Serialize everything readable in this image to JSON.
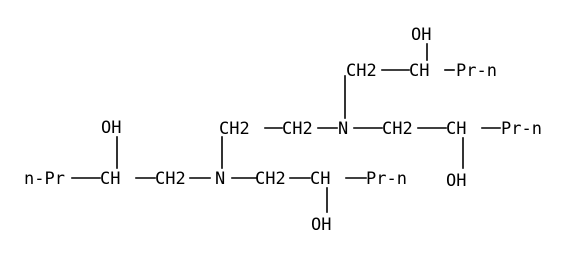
{
  "molecule": {
    "atoms": [
      {
        "id": "oh_top",
        "text": "OH"
      },
      {
        "id": "ch2_top",
        "text": "CH2"
      },
      {
        "id": "ch_top",
        "text": "CH"
      },
      {
        "id": "pr_top",
        "text": "Pr-n"
      },
      {
        "id": "ch2_bridge_right",
        "text": "CH2"
      },
      {
        "id": "ch2_bridge_left",
        "text": "CH2"
      },
      {
        "id": "n_right",
        "text": "N"
      },
      {
        "id": "ch2_right",
        "text": "CH2"
      },
      {
        "id": "ch_right",
        "text": "CH"
      },
      {
        "id": "pr_right",
        "text": "Pr-n"
      },
      {
        "id": "oh_right",
        "text": "OH"
      },
      {
        "id": "oh_left",
        "text": "OH"
      },
      {
        "id": "pr_left",
        "text": "n-Pr"
      },
      {
        "id": "ch_left",
        "text": "CH"
      },
      {
        "id": "ch2_left",
        "text": "CH2"
      },
      {
        "id": "n_left",
        "text": "N"
      },
      {
        "id": "ch2_mid",
        "text": "CH2"
      },
      {
        "id": "ch_mid",
        "text": "CH"
      },
      {
        "id": "pr_mid",
        "text": "Pr-n"
      },
      {
        "id": "oh_mid",
        "text": "OH"
      }
    ]
  }
}
